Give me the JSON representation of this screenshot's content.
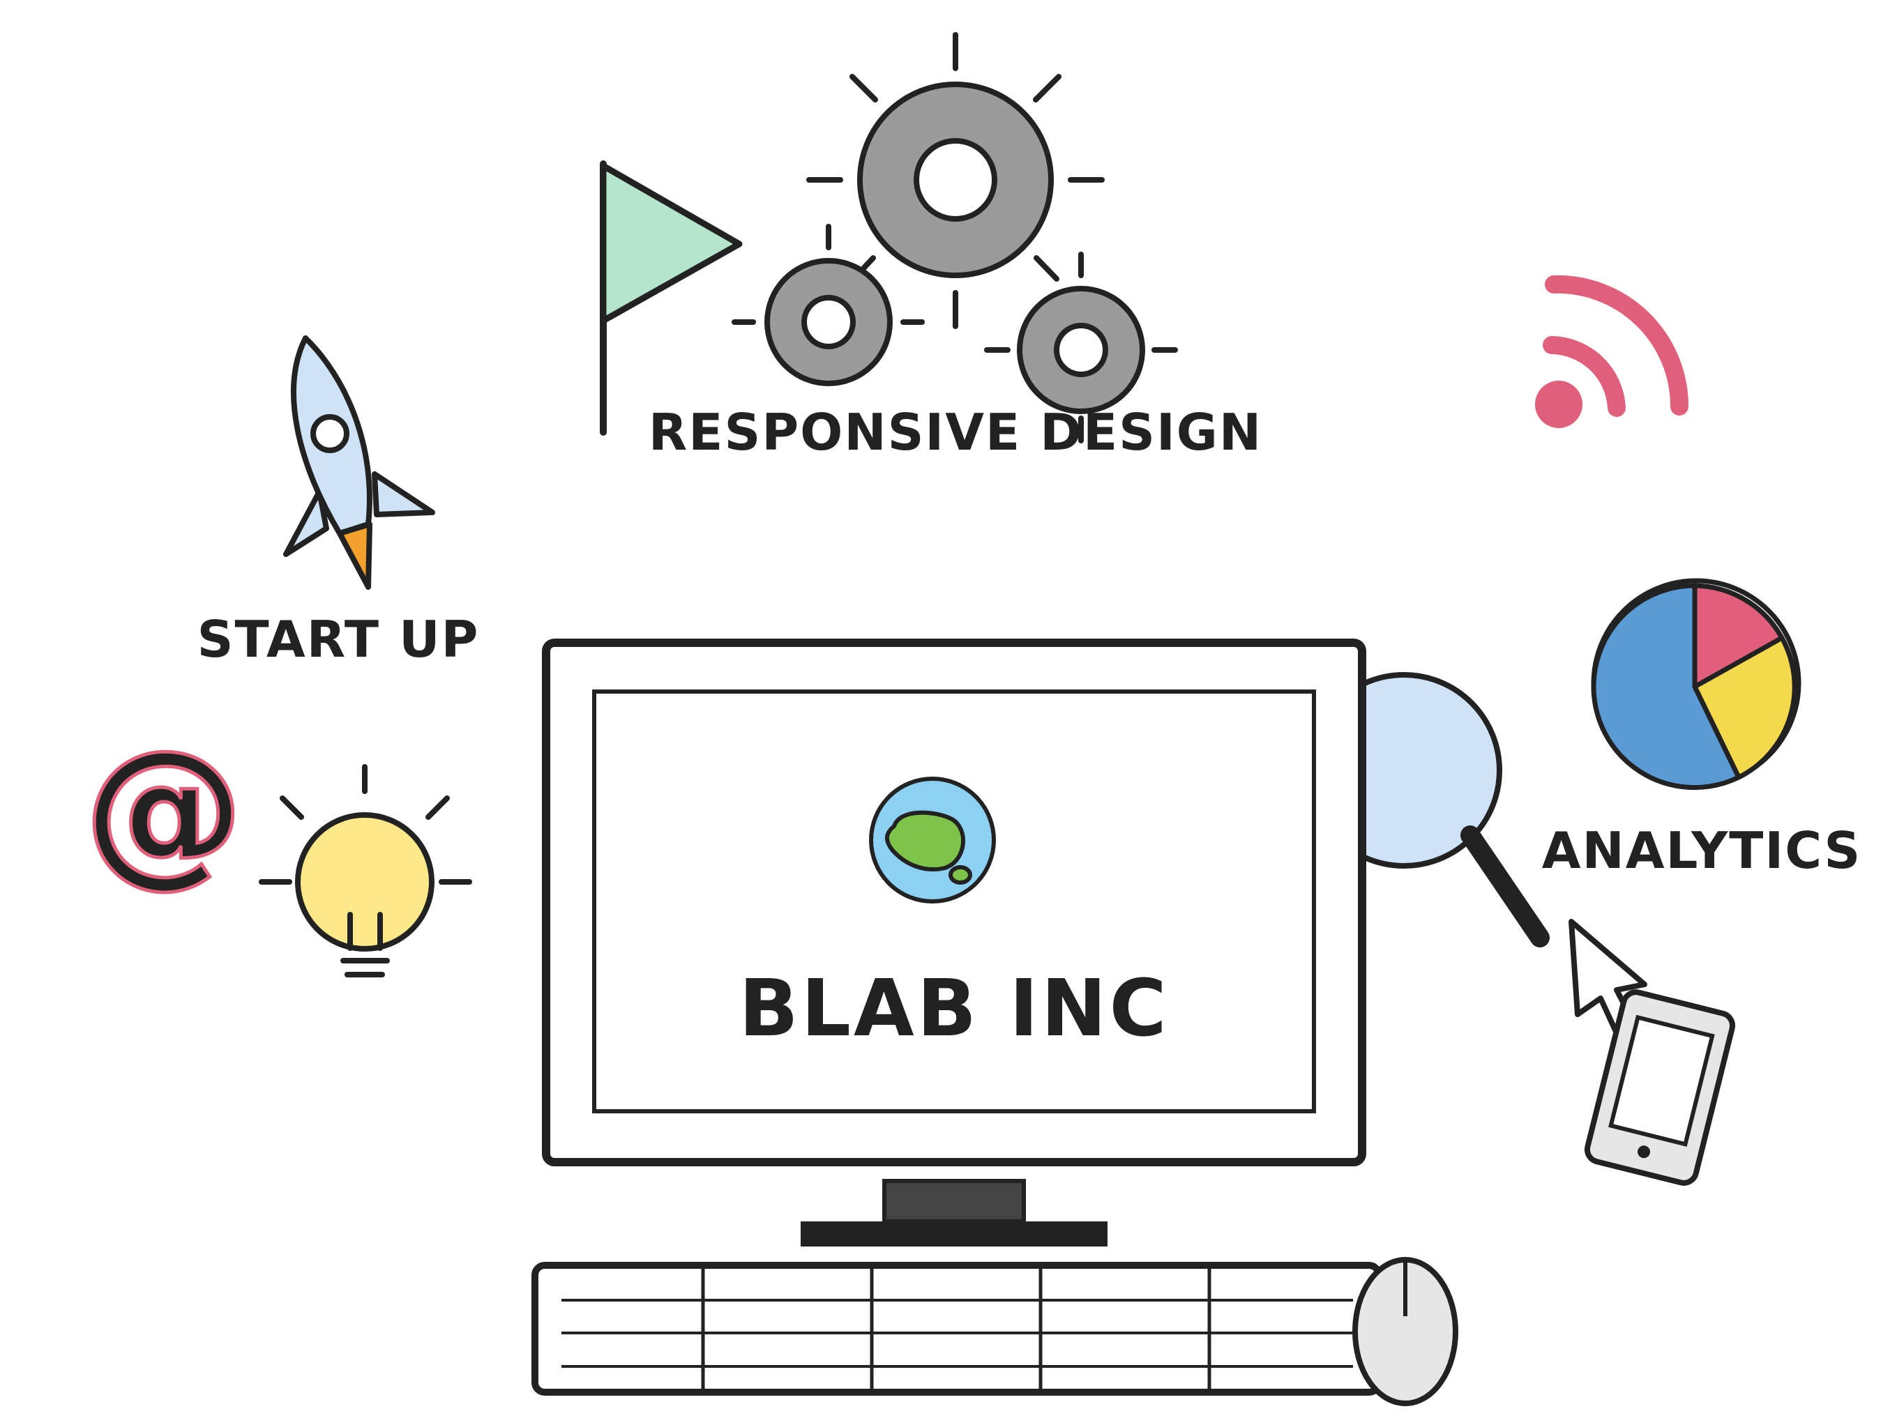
{
  "labels": {
    "responsive_design": "RESPONSIVE DESIGN",
    "start_up": "START UP",
    "analytics": "ANALYTICS",
    "brand": "BLAB INC",
    "at_symbol": "@"
  },
  "colors": {
    "outline": "#222222",
    "gear": "#9b9b9b",
    "flag": "#b5e5cc",
    "rocket_body": "#cfe3f8",
    "rocket_flame": "#f3a12c",
    "bulb": "#fde88a",
    "rss": "#e0607c",
    "pie_blue": "#5b9bd5",
    "pie_red": "#e25f7b",
    "pie_yellow": "#f5d94c",
    "magnifier_lens": "#cfe3f8",
    "globe_water": "#8cd1f3",
    "globe_land": "#7ec44a",
    "mouse": "#e6e6e6",
    "stand": "#444444"
  },
  "icons": [
    "flag-icon",
    "gears-icon",
    "rocket-icon",
    "rss-icon",
    "pie-chart-icon",
    "at-sign-icon",
    "light-bulb-icon",
    "magnifier-icon",
    "cursor-icon",
    "smartphone-icon",
    "globe-logo-icon",
    "computer-monitor-icon",
    "keyboard-icon",
    "mouse-icon"
  ]
}
